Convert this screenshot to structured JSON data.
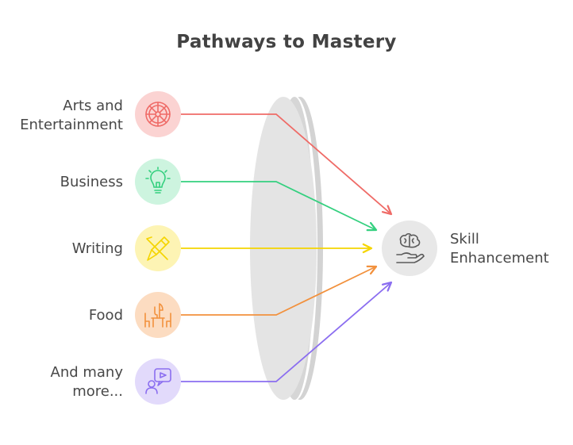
{
  "title": "Pathways to Mastery",
  "sources": [
    {
      "label_lines": [
        "Arts and",
        "Entertainment"
      ],
      "icon": "wheel-icon",
      "color": "#ef6b67",
      "bg": "#fbd3d2"
    },
    {
      "label_lines": [
        "Business"
      ],
      "icon": "lightbulb-icon",
      "color": "#34d07f",
      "bg": "#cdf4df"
    },
    {
      "label_lines": [
        "Writing"
      ],
      "icon": "pen-icon",
      "color": "#f5d500",
      "bg": "#fdf4b4"
    },
    {
      "label_lines": [
        "Food"
      ],
      "icon": "dining-icon",
      "color": "#f2913d",
      "bg": "#fcdcc1"
    },
    {
      "label_lines": [
        "And many",
        "more..."
      ],
      "icon": "video-chat-icon",
      "color": "#8b6ef0",
      "bg": "#e2dafb"
    }
  ],
  "target": {
    "label_lines": [
      "Skill",
      "Enhancement"
    ],
    "icon": "brain-hand-icon",
    "bg": "#e8e8e8",
    "color": "#5a5a5a"
  },
  "lens_color": "#e4e4e4"
}
